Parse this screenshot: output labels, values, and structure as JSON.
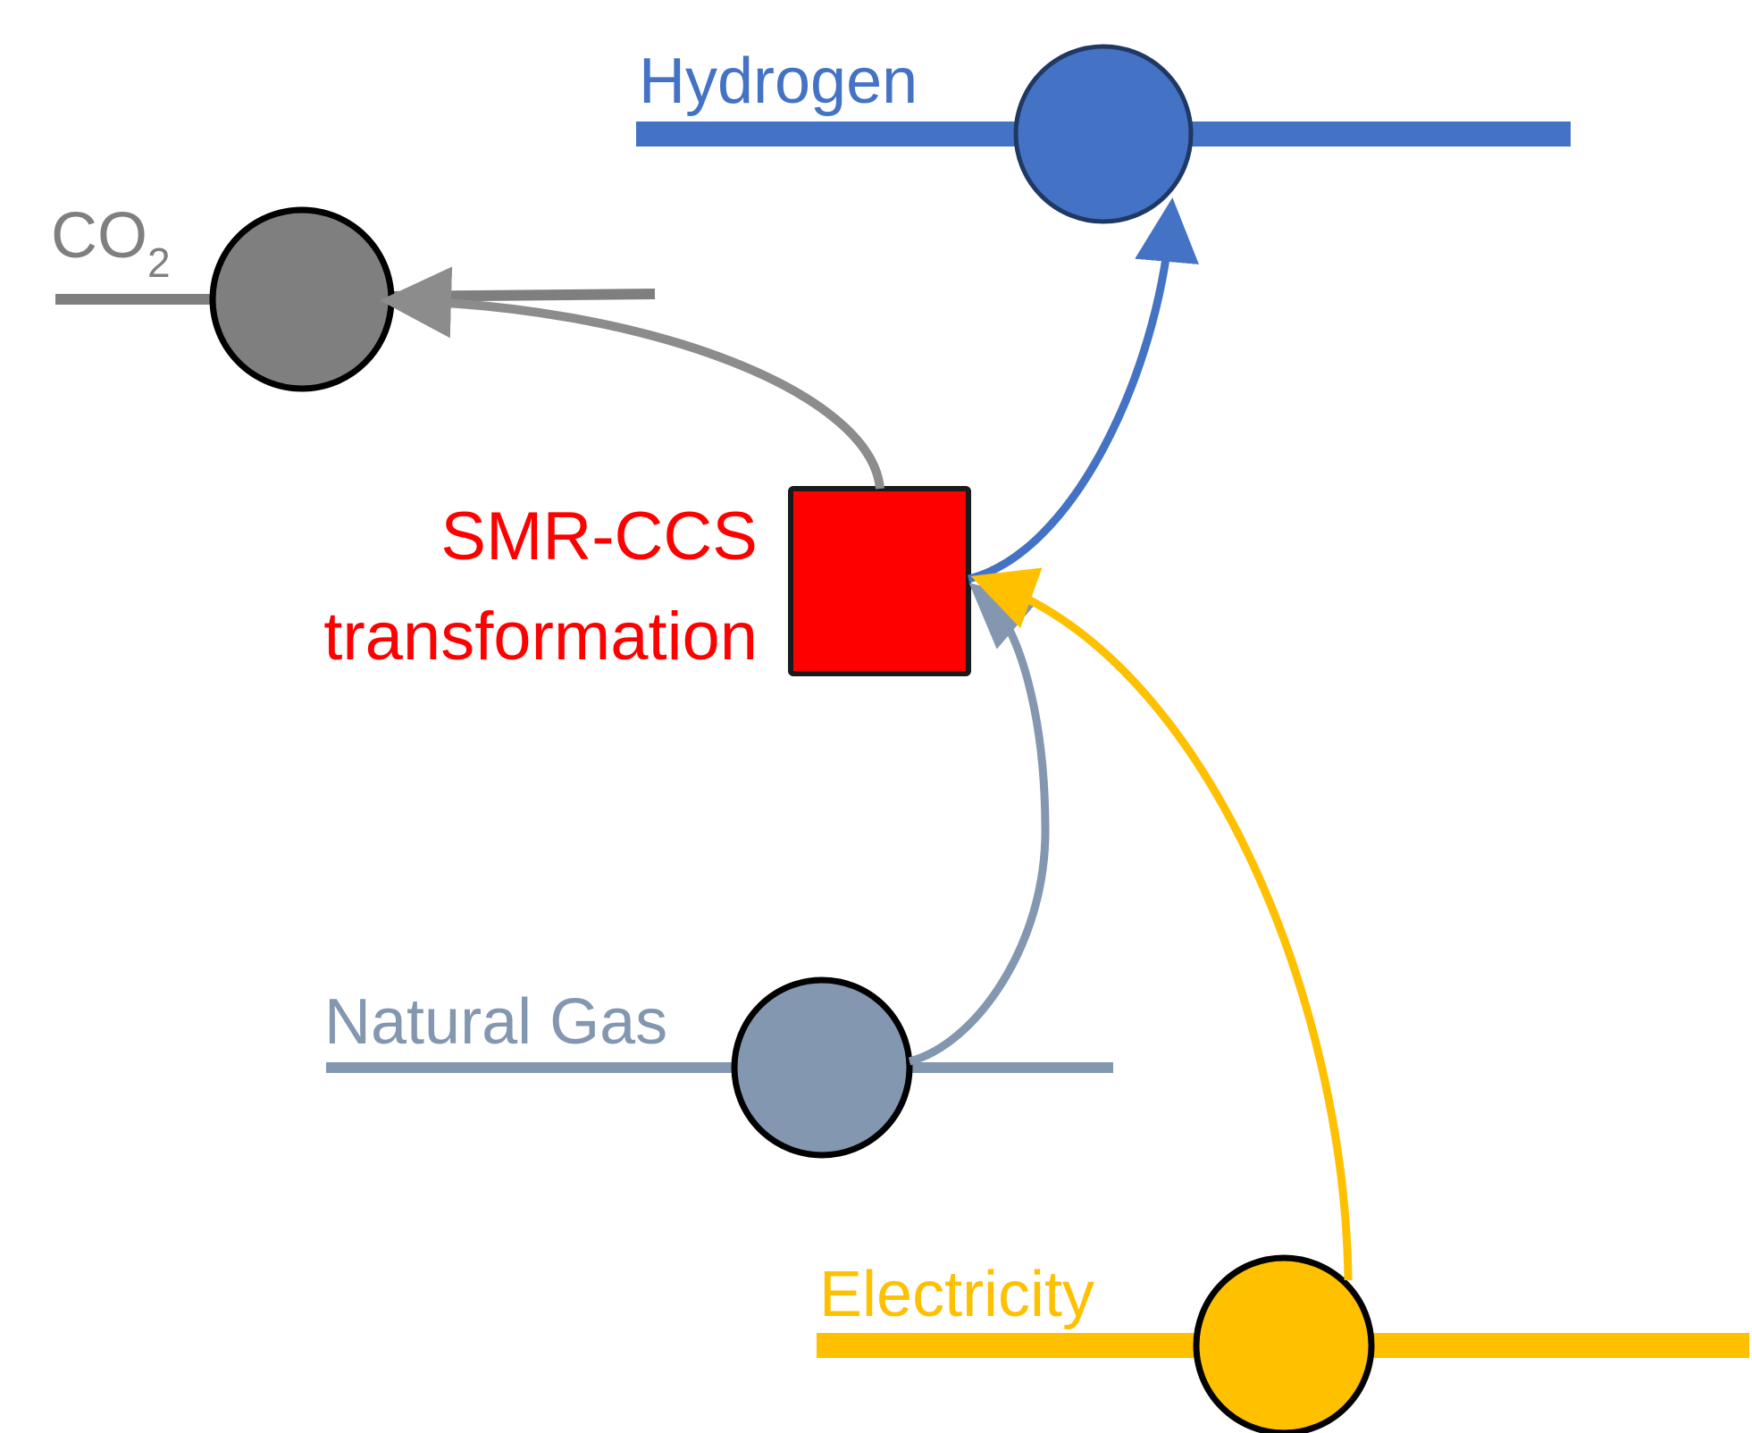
{
  "diagram": {
    "colors": {
      "hydrogen": "#4472C4",
      "co2": "#7F7F7F",
      "co2_arrow": "#8C8C8C",
      "natural_gas": "#8497B0",
      "electricity": "#FFC000",
      "process": "#FF0000",
      "outline": "#000000",
      "hydrogen_outline": "#1F3864"
    },
    "carriers": {
      "hydrogen": {
        "label": "Hydrogen"
      },
      "co2": {
        "label_main": "CO",
        "label_sub": "2"
      },
      "natural_gas": {
        "label": "Natural Gas"
      },
      "electricity": {
        "label": "Electricity"
      }
    },
    "process": {
      "label_line1": "SMR-CCS",
      "label_line2": "transformation"
    },
    "flows": [
      {
        "from": "natural_gas",
        "to": "process"
      },
      {
        "from": "electricity",
        "to": "process"
      },
      {
        "from": "process",
        "to": "hydrogen"
      },
      {
        "from": "process",
        "to": "co2"
      }
    ]
  }
}
